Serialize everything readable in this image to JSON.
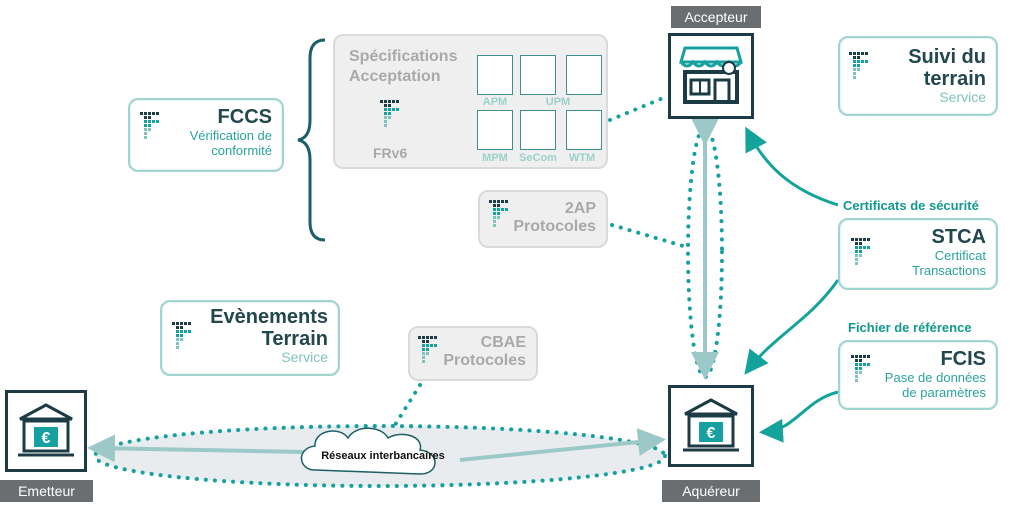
{
  "colors": {
    "teal": "#14a39b",
    "arrow": "#9cc9c8",
    "dots": "#16a0a0",
    "dark_teal": "#1d5f66",
    "label_bg": "#6b6e70",
    "grey_box": "#efefef"
  },
  "labels": {
    "accepteur": "Accepteur",
    "emetteur": "Emetteur",
    "acquereur": "Aquéreur"
  },
  "fccs": {
    "title": "FCCS",
    "sub1": "Vérification de",
    "sub2": "conformité"
  },
  "specs": {
    "title1": "Spécifications",
    "title2": "Acceptation",
    "frv6": "FRv6",
    "terminals": [
      "APM",
      "UPM",
      "MPM",
      "SeCom",
      "WTM"
    ]
  },
  "suivi": {
    "title1": "Suivi du",
    "title2": "terrain",
    "sub": "Service"
  },
  "twoap": {
    "title1": "2AP",
    "title2": "Protocoles"
  },
  "cert_label": "Certificats de sécurité",
  "stca": {
    "title": "STCA",
    "sub1": "Certificat",
    "sub2": "Transactions"
  },
  "fichier_label": "Fichier de référence",
  "fcis": {
    "title": "FCIS",
    "sub1": "Pase de données",
    "sub2": "de paramètres"
  },
  "evenements": {
    "title1": "Evènements",
    "title2": "Terrain",
    "sub": "Service"
  },
  "cbae": {
    "title1": "CBAE",
    "title2": "Protocoles"
  },
  "reseaux": "Réseaux interbancaires",
  "icons": [
    "logo-icon",
    "shop-icon",
    "bank-euro-icon",
    "cloud-icon",
    "terminal-icon"
  ]
}
